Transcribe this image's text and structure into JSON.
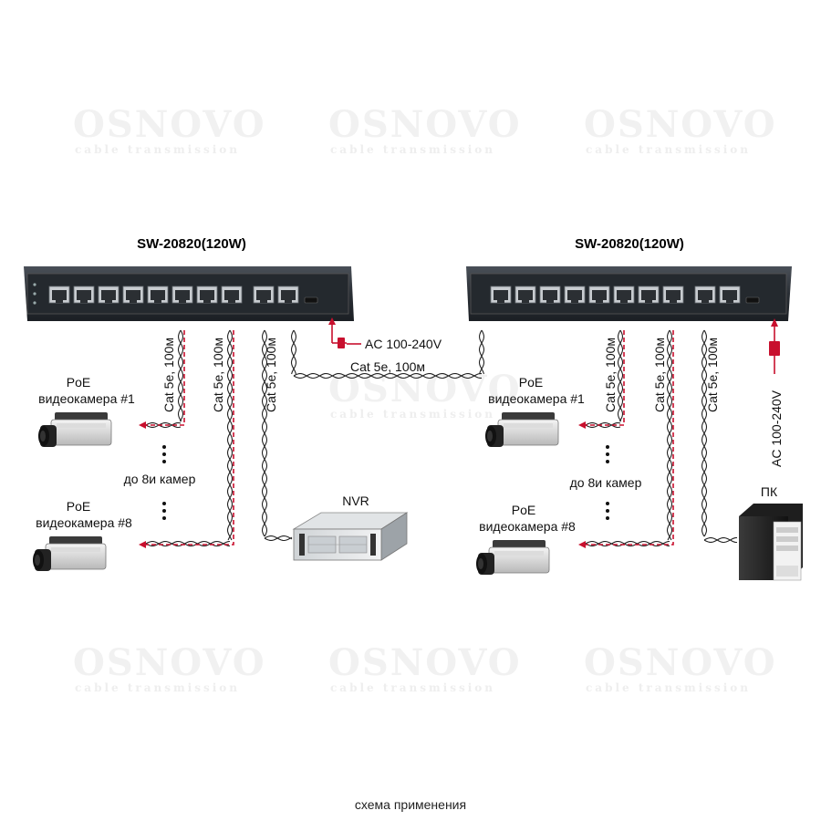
{
  "watermark": {
    "brand": "OSNOVO",
    "tagline": "cable transmission"
  },
  "switches": [
    {
      "title": "SW-20820(120W)"
    },
    {
      "title": "SW-20820(120W)"
    }
  ],
  "cable_label": "Cat 5e, 100м",
  "cable_between_switches": "Cat 5e, 100м",
  "power_label": "AC 100-240V",
  "power_label_vertical": "AC 100-240V",
  "camera_first": {
    "line1": "PoE",
    "line2": "видеокамера  #1"
  },
  "camera_last": {
    "line1": "PoE",
    "line2": "видеокамера  #8"
  },
  "more_cameras": "до 8и камер",
  "nvr_label": "NVR",
  "pc_label": "ПК",
  "caption": "схема применения",
  "colors": {
    "power_line": "#c8102e",
    "switch_body": "#2b3036",
    "watermark": "#f1f1f1"
  }
}
